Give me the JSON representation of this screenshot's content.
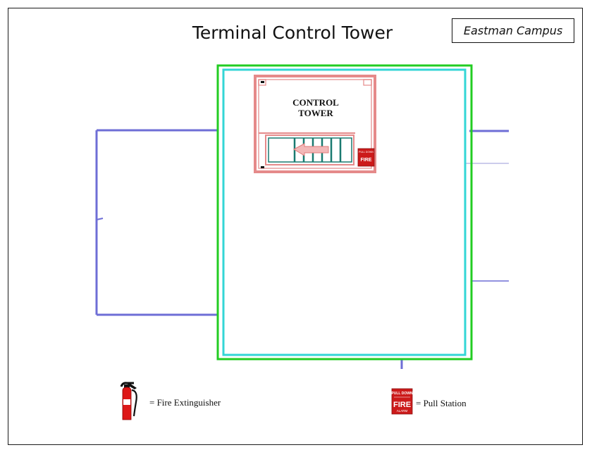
{
  "header": {
    "title": "Terminal Control Tower",
    "campus": "Eastman Campus"
  },
  "room": {
    "label_line1": "CONTROL",
    "label_line2": "TOWER"
  },
  "pull_station_icon": {
    "top_text": "PULL DOWN",
    "main_text": "FIRE",
    "sub_text": "ALARM"
  },
  "legend": {
    "fire_extinguisher": "= Fire Extinguisher",
    "pull_station": "= Pull Station"
  },
  "colors": {
    "outer_wall": "#22cc22",
    "inner_wall": "#33d6d6",
    "corridor": "#6e6ed6",
    "room_wall": "#e58a8a",
    "stair": "#1a7a70",
    "alarm_red": "#cc1a1a"
  }
}
